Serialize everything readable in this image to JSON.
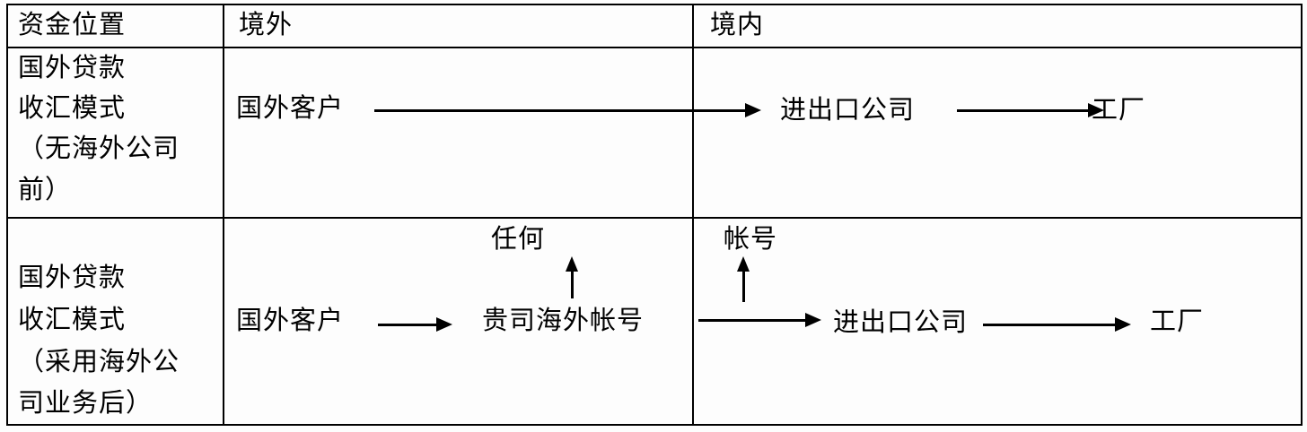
{
  "header": {
    "fund_position": "资金位置",
    "overseas": "境外",
    "domestic": "境内"
  },
  "row1": {
    "label_line1": "国外贷款",
    "label_line2": "收汇模式",
    "label_line3": "（无海外公司",
    "label_line4": "前）",
    "foreign_customer": "国外客户",
    "import_export_company": "进出口公司",
    "factory": "工厂"
  },
  "row2": {
    "label_line1": "国外贷款",
    "label_line2": "收汇模式",
    "label_line3": "（采用海外公",
    "label_line4": "司业务后）",
    "foreign_customer": "国外客户",
    "any_label": "任何",
    "company_overseas_account": "贵司海外帐号",
    "account_label": "帐号",
    "import_export_company": "进出口公司",
    "factory": "工厂"
  },
  "colors": {
    "text": "#000000",
    "line": "#000000",
    "background": "#ffffff"
  }
}
